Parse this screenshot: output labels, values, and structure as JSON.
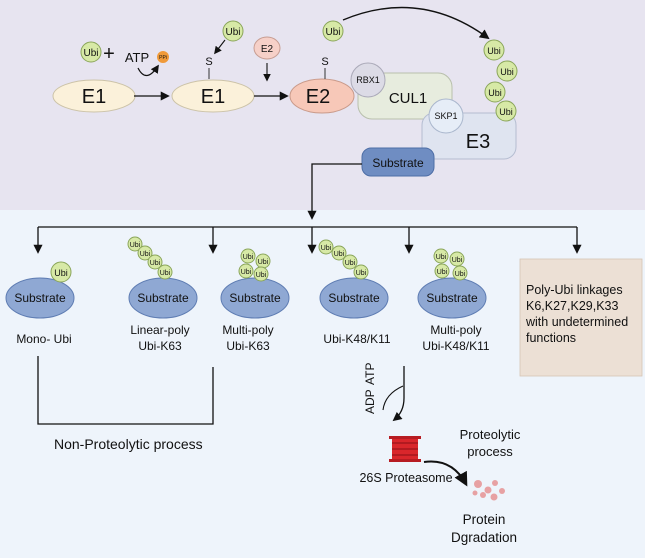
{
  "colors": {
    "top_band": "#e7e4f0",
    "bottom_band": "#eef4fb",
    "ubi_fill": "#d7e9a6",
    "ubi_stroke": "#8aa55a",
    "e1_fill": "#fbf1da",
    "e2_top_fill": "#f6d0c8",
    "e2_main_fill": "#f7c8b8",
    "substrate_fill": "#8fa8d3",
    "substrate_stroke": "#5f7db3",
    "cul1_fill": "#e7ecde",
    "e3_fill": "#dfe4f0",
    "rbx1_fill": "#dcdbe6",
    "skp1_fill": "#e6edf7",
    "ppi_fill": "#f09a3a",
    "proteasome_fill": "#d9262b",
    "fragment_fill": "#e7a1a3",
    "note_box_fill": "#ece0d5"
  },
  "icons": {
    "arrow": "arrow-icon",
    "proteasome": "proteasome-icon",
    "fragments": "protein-fragments-icon"
  },
  "activation": {
    "ubi": "Ubi",
    "plus": "+",
    "atp": "ATP",
    "ppi": "PPi",
    "e1": "E1",
    "s": "S",
    "e2": "E2"
  },
  "ligase": {
    "rbx1": "RBX1",
    "cul1": "CUL1",
    "skp1": "SKP1",
    "e3": "E3",
    "substrate": "Substrate"
  },
  "outcomes": {
    "substrate": "Substrate",
    "mono": "Mono- Ubi",
    "linear_line1": "Linear-poly",
    "linear_line2": "Ubi-K63",
    "multi63_line1": "Multi-poly",
    "multi63_line2": "Ubi-K63",
    "k48": "Ubi-K48/K11",
    "multi48_line1": "Multi-poly",
    "multi48_line2": "Ubi-K48/K11",
    "note_line1": "Poly-Ubi linkages",
    "note_line2": "K6,K27,K29,K33",
    "note_line3": "with undetermined",
    "note_line4": "functions"
  },
  "processes": {
    "non_proteolytic": "Non-Proteolytic process",
    "adp": "ADP",
    "atp": "ATP",
    "proteasome": "26S Proteasome",
    "proteolytic_line1": "Proteolytic",
    "proteolytic_line2": "process",
    "degradation_line1": "Protein",
    "degradation_line2": "Dgradation"
  }
}
